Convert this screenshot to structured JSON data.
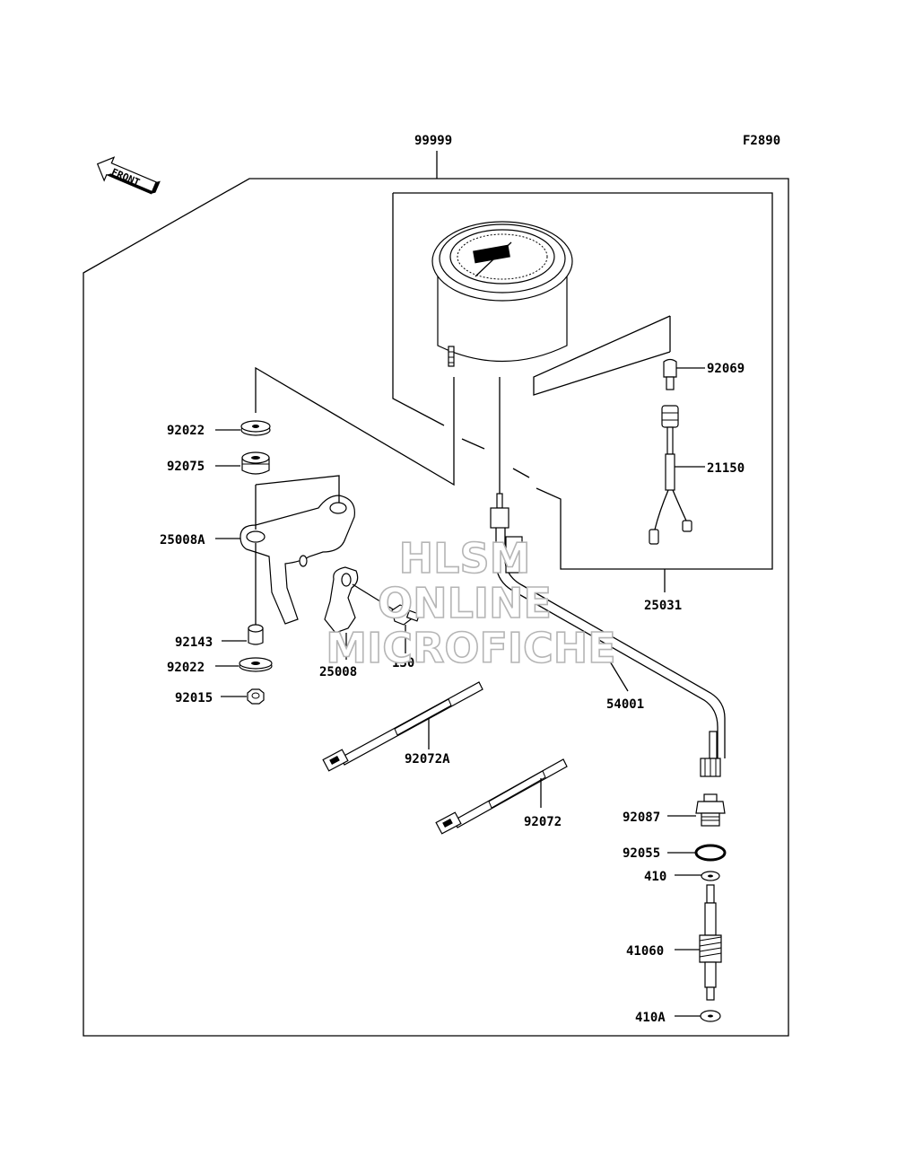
{
  "figure_code": "F2890",
  "front_label": "FRONT",
  "watermark": [
    "HLSM",
    "ONLINE",
    "MICROFICHE"
  ],
  "parts": {
    "p99999": "99999",
    "p92069": "92069",
    "p21150": "21150",
    "p25031": "25031",
    "p92022a": "92022",
    "p92075": "92075",
    "p25008A": "25008A",
    "p92143": "92143",
    "p92022b": "92022",
    "p92015": "92015",
    "p25008": "25008",
    "p130": "130",
    "p54001": "54001",
    "p92072A": "92072A",
    "p92072": "92072",
    "p92087": "92087",
    "p92055": "92055",
    "p410": "410",
    "p41060": "41060",
    "p410A": "410A"
  }
}
